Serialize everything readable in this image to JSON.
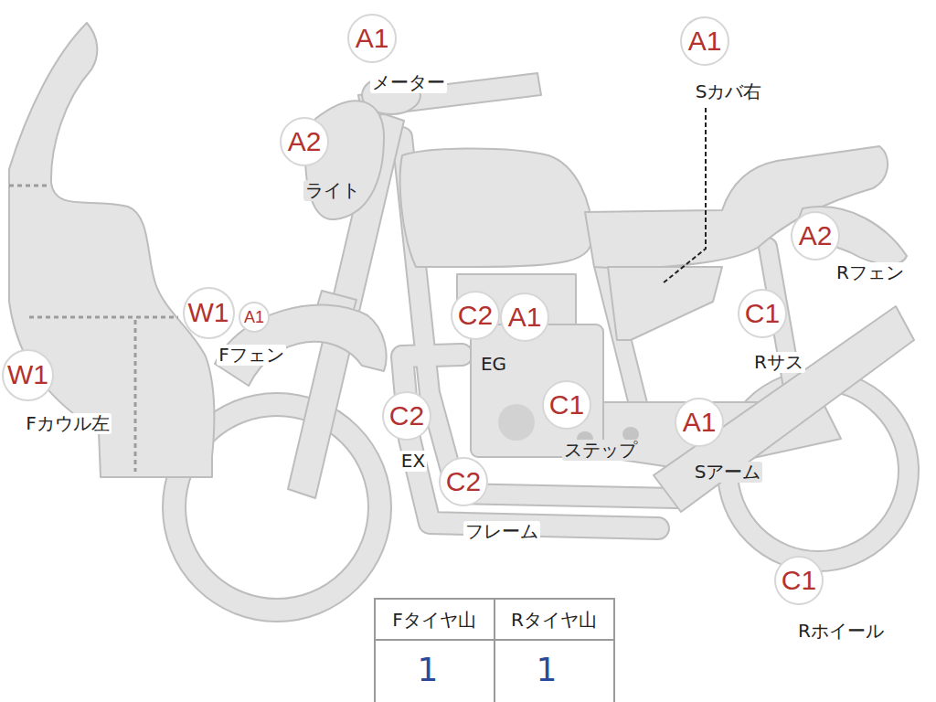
{
  "diagram": {
    "nodes": [
      {
        "text": [
          "A1"
        ]
      },
      {
        "text": [
          "A1"
        ]
      },
      {
        "text": [
          "A2"
        ]
      },
      {
        "text": [
          "A2"
        ]
      },
      {
        "text": [
          "W1"
        ]
      },
      {
        "text": [
          "A1"
        ]
      },
      {
        "text": [
          "C2"
        ]
      },
      {
        "text": [
          "A1"
        ]
      },
      {
        "text": [
          "C1"
        ]
      },
      {
        "text": [
          "W1"
        ]
      },
      {
        "text": [
          "C2"
        ]
      },
      {
        "text": [
          "C1"
        ]
      },
      {
        "text": [
          "A1"
        ]
      },
      {
        "text": [
          "C2"
        ]
      },
      {
        "text": [
          "C1"
        ]
      }
    ],
    "labels": [
      "メーター",
      "Sカバ右",
      "ライト",
      "Rフェン",
      "Fフェン",
      "EG",
      "Rサス",
      "Fカウル左",
      "EX",
      "ステップ",
      "Sアーム",
      "フレーム",
      "Rホイール",
      "Fタイヤ山",
      "Rタイヤ山",
      "1",
      "1"
    ]
  }
}
